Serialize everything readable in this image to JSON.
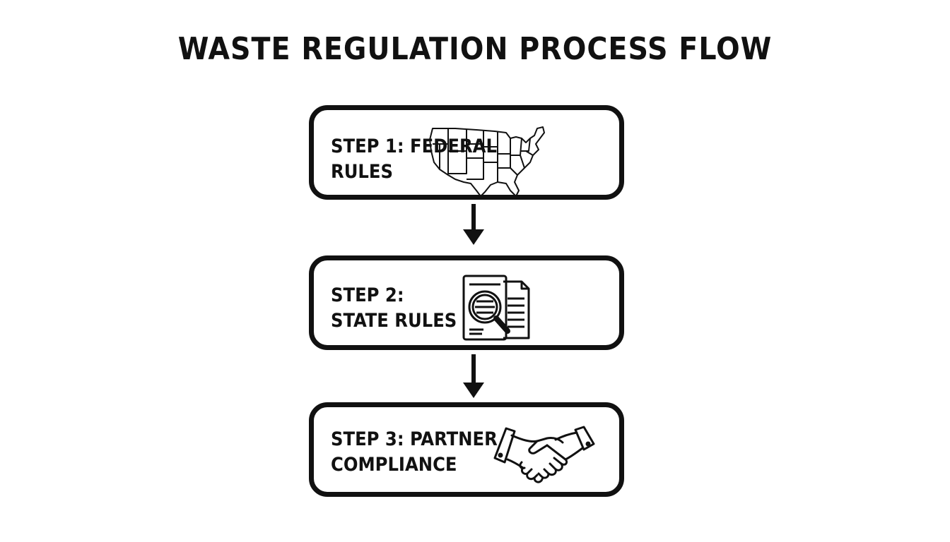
{
  "title": "WASTE REGULATION PROCESS FLOW",
  "steps": [
    {
      "line1": "STEP 1: FEDERAL",
      "line2": "RULES",
      "icon": "us-map-icon"
    },
    {
      "line1": "STEP 2:",
      "line2": "STATE RULES",
      "icon": "document-search-icon"
    },
    {
      "line1": "STEP 3: PARTNER",
      "line2": "COMPLIANCE",
      "icon": "handshake-icon"
    }
  ],
  "colors": {
    "stroke": "#111111",
    "background": "#ffffff"
  }
}
